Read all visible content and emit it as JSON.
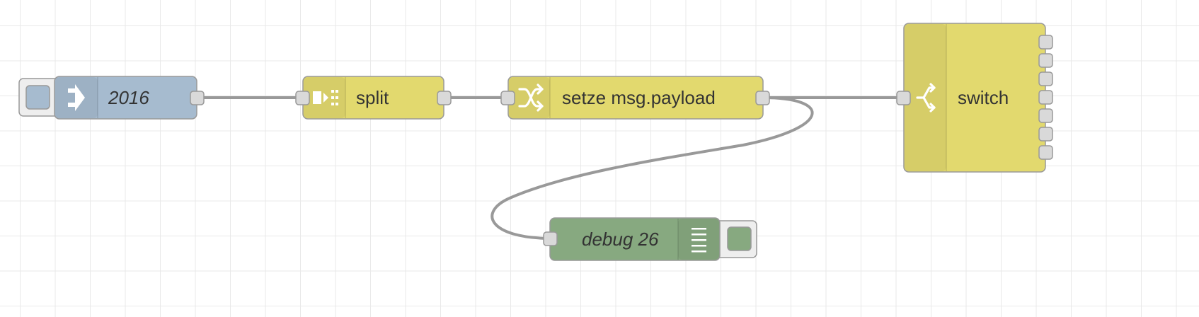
{
  "canvas": {
    "grid_color": "#e9e9e9",
    "background": "#ffffff"
  },
  "nodes": {
    "inject": {
      "label": "2016",
      "color": "#a6bbcf",
      "icon": "arrow-in-icon"
    },
    "split": {
      "label": "split",
      "color": "#e2d96e",
      "icon": "split-icon"
    },
    "change": {
      "label": "setze msg.payload",
      "color": "#e2d96e",
      "icon": "shuffle-icon"
    },
    "switch": {
      "label": "switch",
      "color": "#e2d96e",
      "icon": "switch-fork-icon",
      "outputs": 7
    },
    "debug": {
      "label": "debug 26",
      "color": "#87a980",
      "icon": "debug-list-icon"
    }
  },
  "wires": [
    {
      "from": "inject",
      "to": "split"
    },
    {
      "from": "split",
      "to": "change"
    },
    {
      "from": "change",
      "to": "switch"
    },
    {
      "from": "change",
      "to": "debug"
    }
  ]
}
